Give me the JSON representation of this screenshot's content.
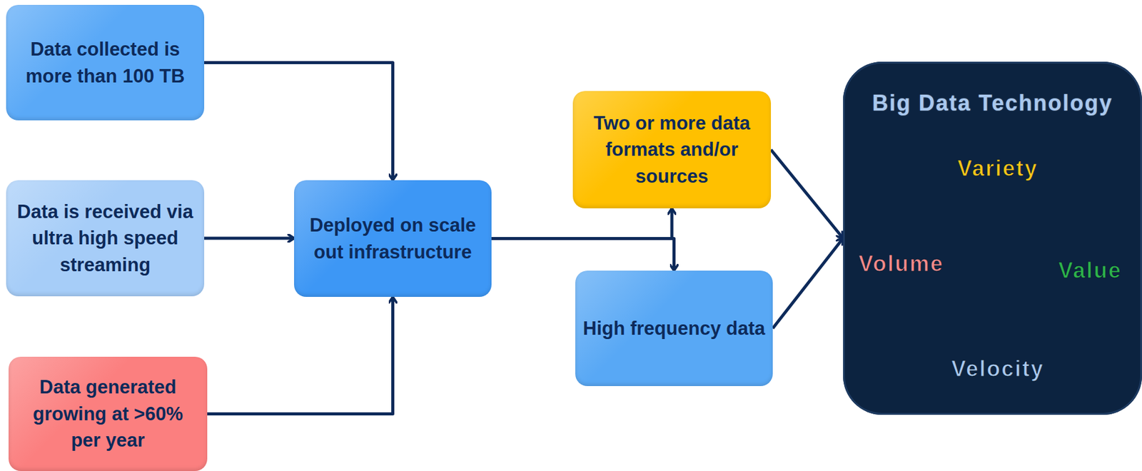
{
  "diagram": {
    "nodes": [
      {
        "text": [
          "Data collected is more than 100 TB"
        ]
      },
      {
        "text": [
          "Data is received via ultra high speed streaming"
        ]
      },
      {
        "text": [
          "Data generated growing at >60% per year"
        ]
      },
      {
        "text": [
          "Deployed on scale out infrastructure"
        ]
      },
      {
        "text": [
          "Two or more data formats and/or sources"
        ]
      },
      {
        "text": [
          "High frequency data"
        ]
      },
      {
        "text": [
          "Big Data Technology"
        ]
      }
    ],
    "edges": [
      {
        "from": 0,
        "to": 3,
        "arrow": "to"
      },
      {
        "from": 1,
        "to": 3,
        "arrow": "to"
      },
      {
        "from": 2,
        "to": 3,
        "arrow": "to"
      },
      {
        "from": 3,
        "to": 4,
        "arrow": "to"
      },
      {
        "from": 3,
        "to": 5,
        "arrow": "to"
      },
      {
        "from": 4,
        "to": 6,
        "arrow": "to"
      },
      {
        "from": 5,
        "to": 6,
        "arrow": "to"
      }
    ],
    "labels": [
      "Variety",
      "Volume",
      "Value",
      "Velocity"
    ]
  }
}
